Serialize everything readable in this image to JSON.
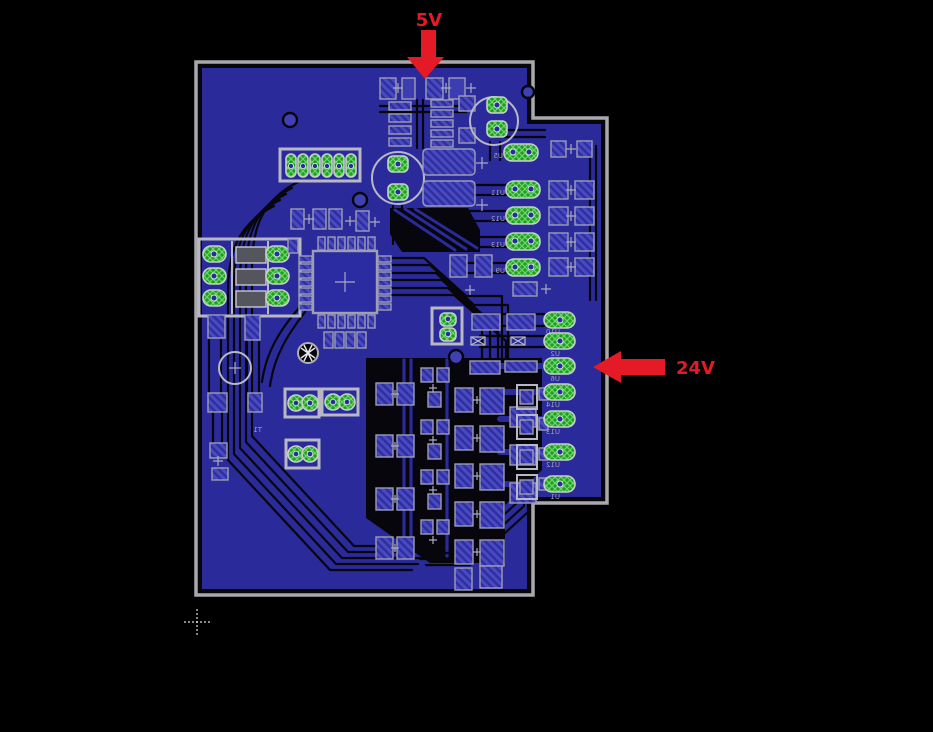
{
  "annotations": {
    "power_5v": {
      "label": "5V"
    },
    "power_24v": {
      "label": "24V"
    },
    "arrow_color": "#e41a26"
  },
  "board": {
    "copper_color": "#2a2a9b",
    "outline_color": "#a9a9ad",
    "green_pad_color": "#22a422",
    "silkscreen_color": "#b8b8c4",
    "ref_labels": {
      "upper_right": [
        "U5",
        "U11",
        "U12",
        "U13",
        "U9"
      ],
      "lower_right": [
        "U10",
        "U2",
        "U6",
        "U14",
        "U13",
        "U12",
        "U1"
      ],
      "bottom_left": [
        "T1"
      ]
    }
  }
}
